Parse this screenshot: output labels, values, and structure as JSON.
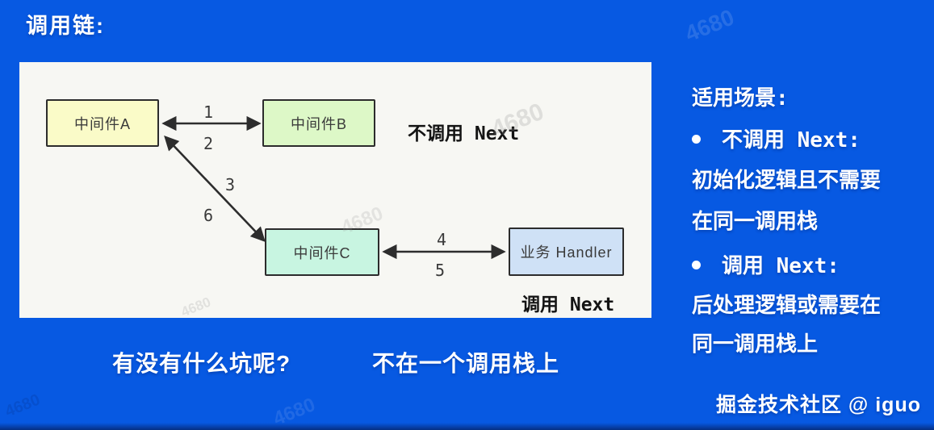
{
  "page": {
    "title": "调用链:",
    "background_color": "#0759e2",
    "panel_color": "#f7f7f3",
    "questions": [
      "有没有什么坑呢?",
      "不在一个调用栈上"
    ],
    "credit": "掘金技术社区 @ iguo",
    "watermark": "4680"
  },
  "diagram": {
    "nodes": [
      {
        "label": "中间件A",
        "fill": "#fafbc8"
      },
      {
        "label": "中间件B",
        "fill": "#ddf8c7"
      },
      {
        "label": "中间件C",
        "fill": "#c8f5e1"
      },
      {
        "label": "业务 Handler",
        "fill": "#cfe1f6"
      }
    ],
    "edge_labels": {
      "a_b": [
        "1",
        "2"
      ],
      "a_c": [
        "3",
        "6"
      ],
      "c_handler": [
        "4",
        "5"
      ]
    },
    "notes": [
      "不调用 Next",
      "调用 Next"
    ],
    "arrow_color": "#2d2d2d"
  },
  "sidebar": {
    "heading": "适用场景:",
    "bullets": [
      {
        "marker": "•",
        "title": "不调用 Next:",
        "lines": [
          "初始化逻辑且不需要",
          "在同一调用栈"
        ]
      },
      {
        "marker": "•",
        "title": "调用 Next:",
        "lines": [
          "后处理逻辑或需要在",
          "同一调用栈上"
        ]
      }
    ]
  }
}
